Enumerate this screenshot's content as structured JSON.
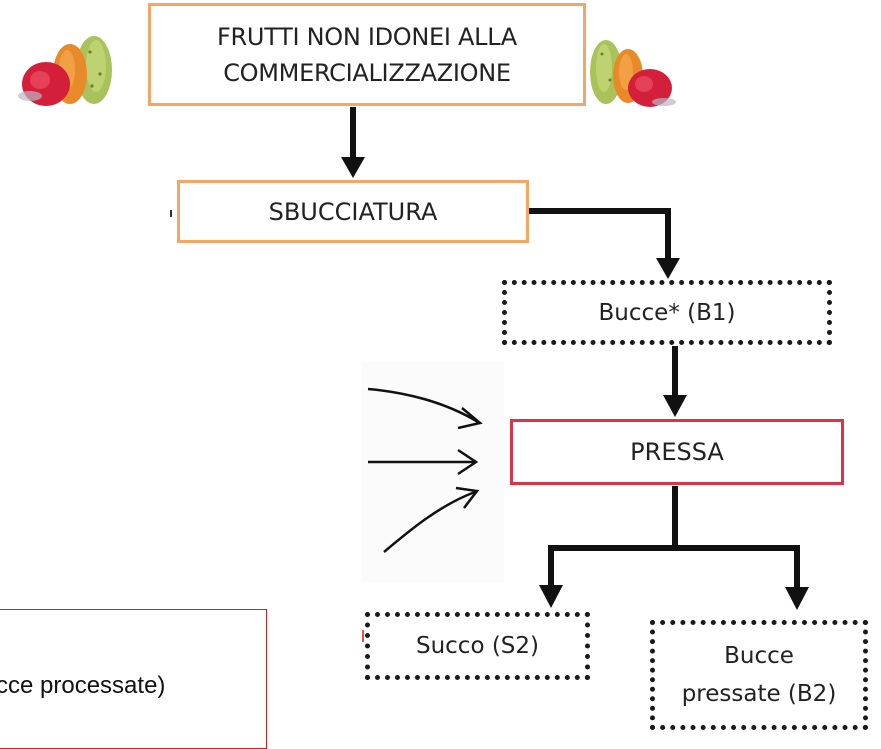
{
  "diagram": {
    "title_box": {
      "line1": "FRUTTI NON IDONEI ALLA",
      "line2": "COMMERCIALIZZAZIONE"
    },
    "step_peeling": "SBUCCIATURA",
    "output_peels": "Bucce* (B1)",
    "step_press": "PRESSA",
    "output_juice": "Succo (S2)",
    "output_pressed_peels": {
      "line1": "Bucce",
      "line2": "pressate (B2)"
    },
    "note": {
      "line1": "cce processate)",
      "line2": ""
    }
  },
  "colors": {
    "orange_border": "#f4a666",
    "red_border": "#d9344a",
    "note_border": "#d42020",
    "arrow": "#111111"
  },
  "icons": {
    "left_fruits": "prickly-pear-fruits-image",
    "right_fruits": "prickly-pear-fruits-image"
  }
}
